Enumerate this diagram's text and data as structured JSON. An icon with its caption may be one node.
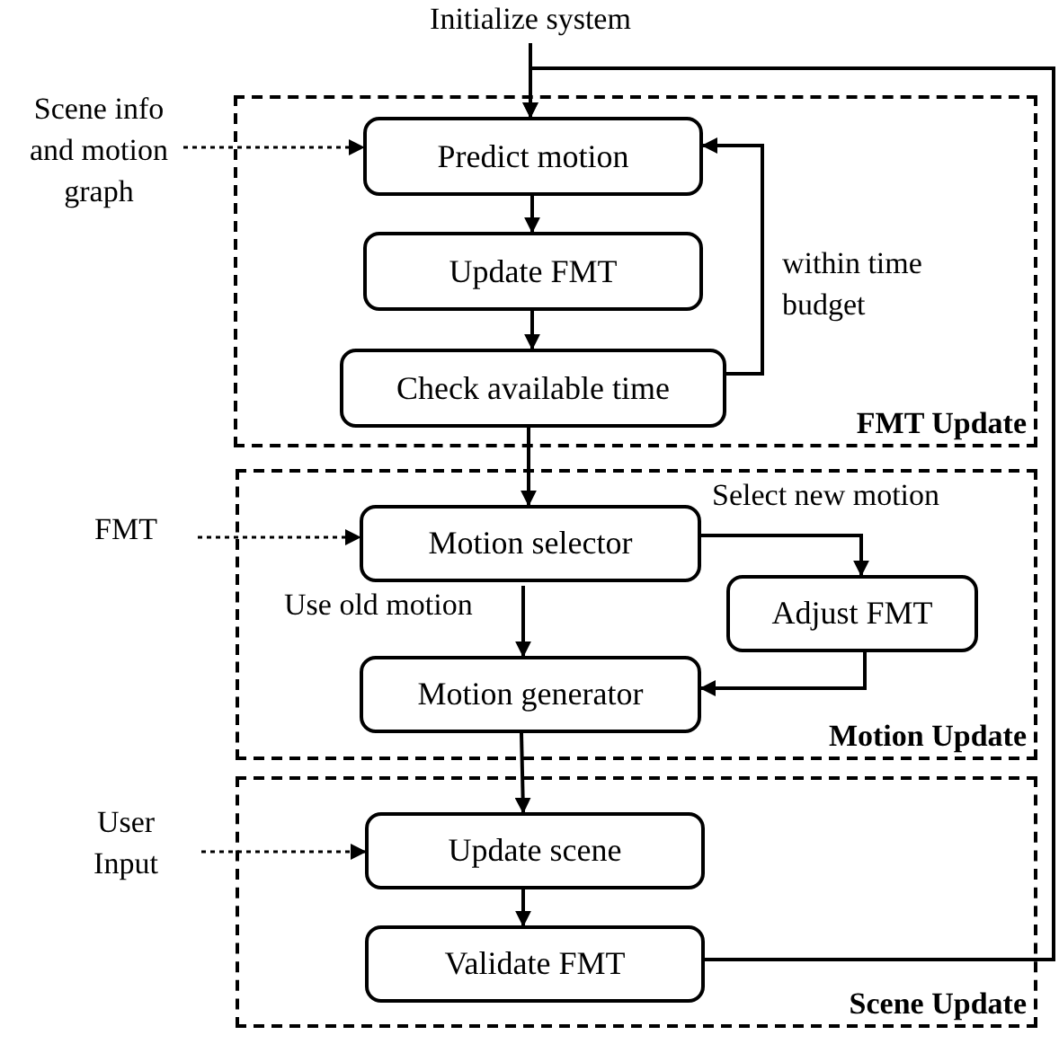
{
  "diagram": {
    "nodes": [
      {
        "text": [
          "FMT Update"
        ]
      },
      {
        "text": [
          "Predict motion"
        ],
        "in": 0
      },
      {
        "text": [
          "Update FMT"
        ],
        "in": 0
      },
      {
        "text": [
          "Check available time"
        ],
        "in": 0
      },
      {
        "text": [
          "Motion Update"
        ]
      },
      {
        "text": [
          "Motion selector"
        ],
        "in": 4
      },
      {
        "text": [
          "Adjust FMT"
        ],
        "in": 4
      },
      {
        "text": [
          "Motion generator"
        ],
        "in": 4
      },
      {
        "text": [
          "Scene Update"
        ]
      },
      {
        "text": [
          "Update scene"
        ],
        "in": 8
      },
      {
        "text": [
          "Validate FMT"
        ],
        "in": 8
      },
      {
        "text": [
          "Initialize system"
        ]
      },
      {
        "text": [
          "Scene info and motion graph"
        ]
      },
      {
        "text": [
          "FMT"
        ]
      },
      {
        "text": [
          "User Input"
        ]
      }
    ],
    "edges": [
      {
        "from": 11,
        "to": 1,
        "arrow": "to"
      },
      {
        "from": 10,
        "to": 1,
        "arrow": "to"
      },
      {
        "from": 12,
        "to": 1,
        "arrow": "to",
        "style": "dashed"
      },
      {
        "from": 1,
        "to": 2,
        "arrow": "to"
      },
      {
        "from": 2,
        "to": 3,
        "arrow": "to"
      },
      {
        "from": 3,
        "to": 1,
        "arrow": "to",
        "label": "within time budget"
      },
      {
        "from": 3,
        "to": 5,
        "arrow": "to"
      },
      {
        "from": 13,
        "to": 5,
        "arrow": "to",
        "style": "dashed"
      },
      {
        "from": 5,
        "to": 6,
        "arrow": "to",
        "label": "Select new motion"
      },
      {
        "from": 5,
        "to": 7,
        "arrow": "to",
        "label": "Use old motion"
      },
      {
        "from": 6,
        "to": 7,
        "arrow": "to"
      },
      {
        "from": 7,
        "to": 9,
        "arrow": "to"
      },
      {
        "from": 14,
        "to": 9,
        "arrow": "to",
        "style": "dashed"
      },
      {
        "from": 9,
        "to": 10,
        "arrow": "to"
      }
    ]
  }
}
